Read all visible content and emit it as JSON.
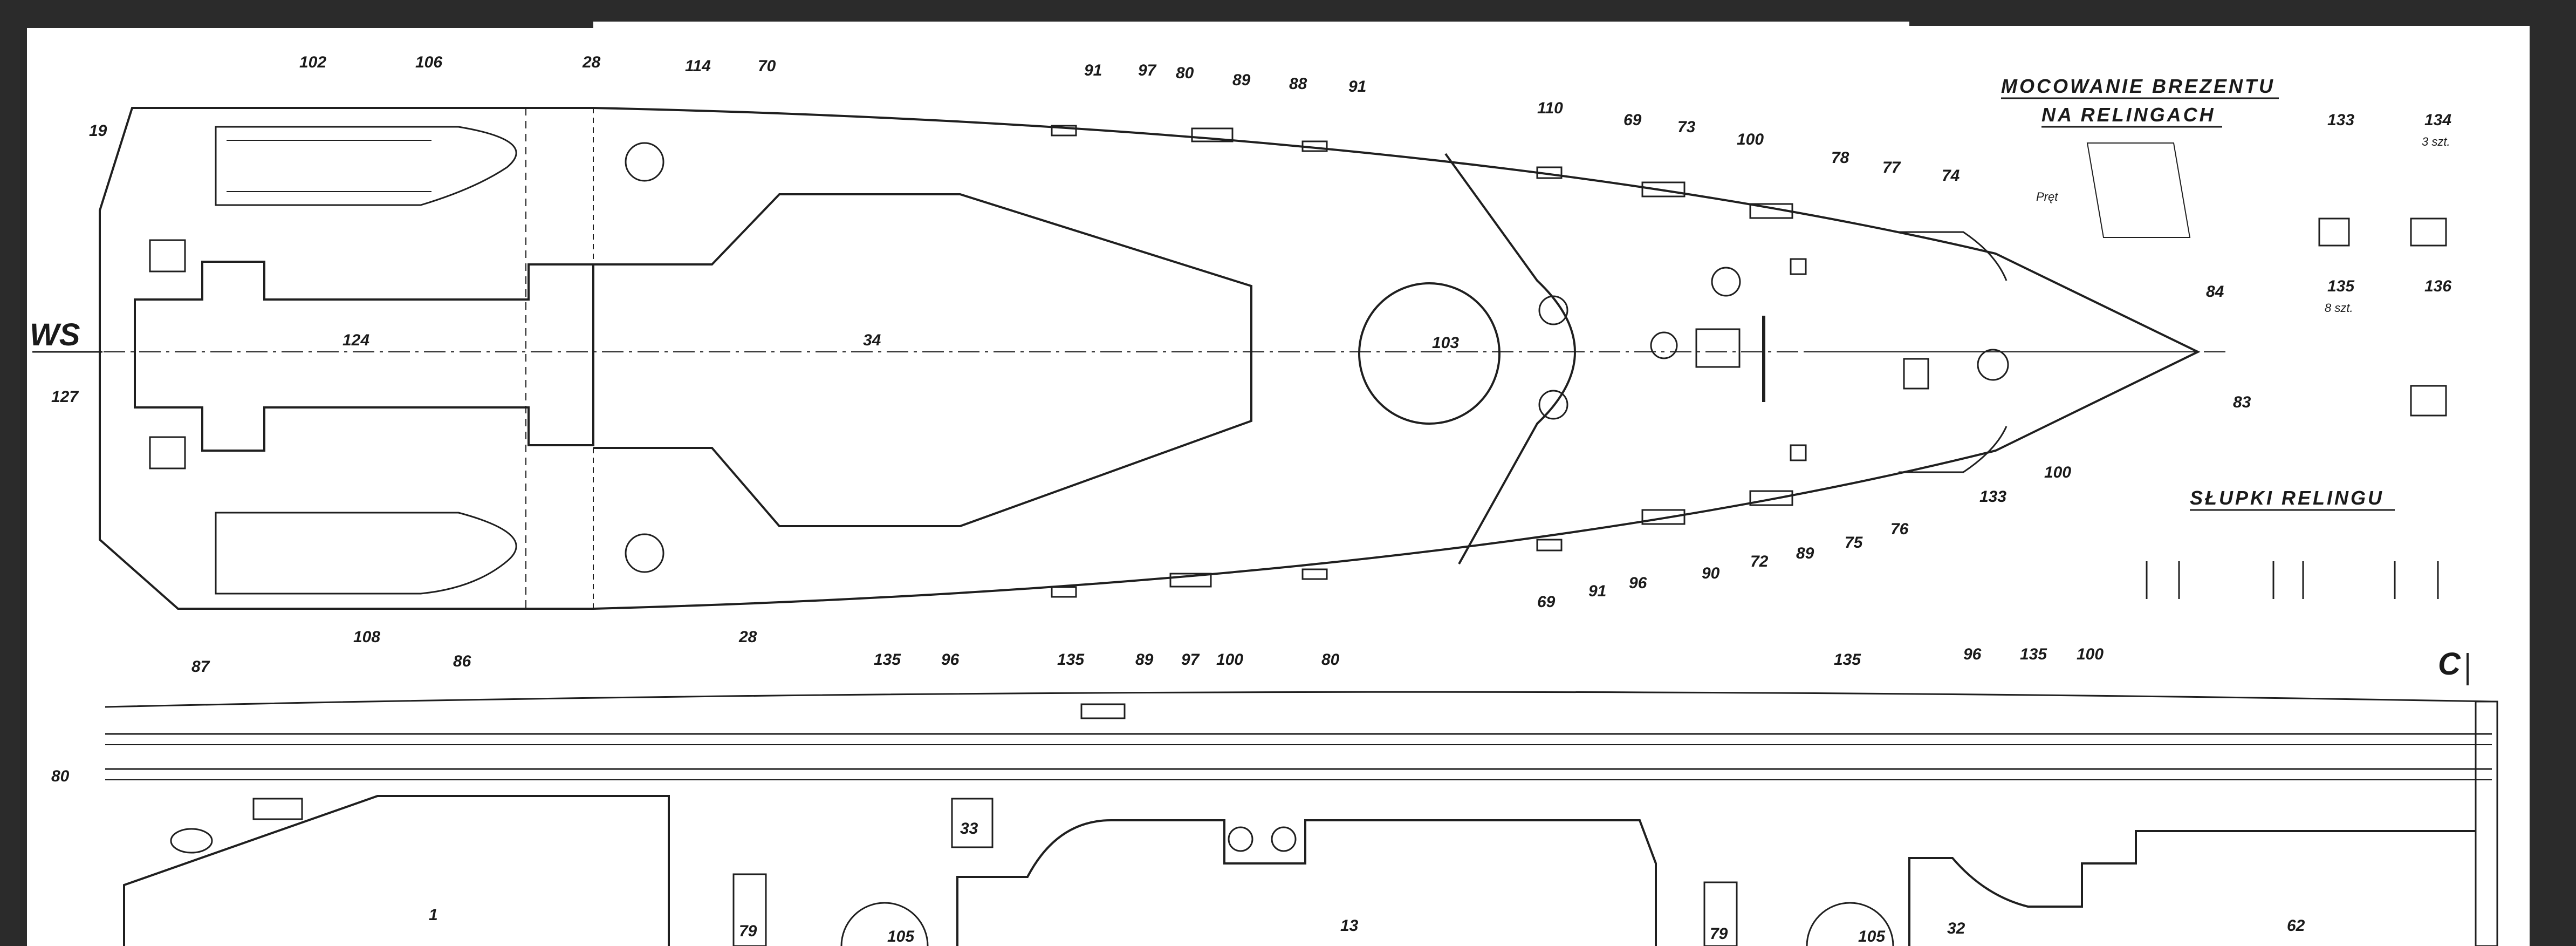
{
  "drawing": {
    "title_block": {
      "line1": "MOCOWANIE BREZENTU",
      "line2": "NA RELINGACH",
      "pret_label": "Pręt"
    },
    "railing_title": "SŁUPKI RELINGU",
    "bow_marker": "WS",
    "section_marker": "C",
    "legend": {
      "item133": "133",
      "item134": "134",
      "item134_qty": "3 szt.",
      "item135": "135",
      "item135_qty": "8 szt.",
      "item136": "136"
    },
    "deck_labels": [
      "124",
      "34",
      "103"
    ],
    "side_labels": [
      "1",
      "79",
      "105",
      "13",
      "79",
      "105",
      "32",
      "62",
      "33"
    ],
    "callouts_top": [
      "102",
      "106",
      "28",
      "114",
      "70",
      "91",
      "97",
      "80",
      "89",
      "88",
      "91",
      "110",
      "69",
      "73",
      "100",
      "78",
      "77",
      "74",
      "84",
      "83",
      "100",
      "133",
      "76",
      "75",
      "89",
      "72",
      "90",
      "96",
      "91",
      "69",
      "28",
      "108",
      "127",
      "19"
    ],
    "callouts_side": [
      "87",
      "86",
      "80",
      "135",
      "96",
      "135",
      "89",
      "97",
      "100",
      "80",
      "135",
      "96",
      "135",
      "100"
    ]
  },
  "colors": {
    "ink": "#1f1f1f",
    "frame": "#2b2b2b",
    "paper": "#ffffff"
  }
}
